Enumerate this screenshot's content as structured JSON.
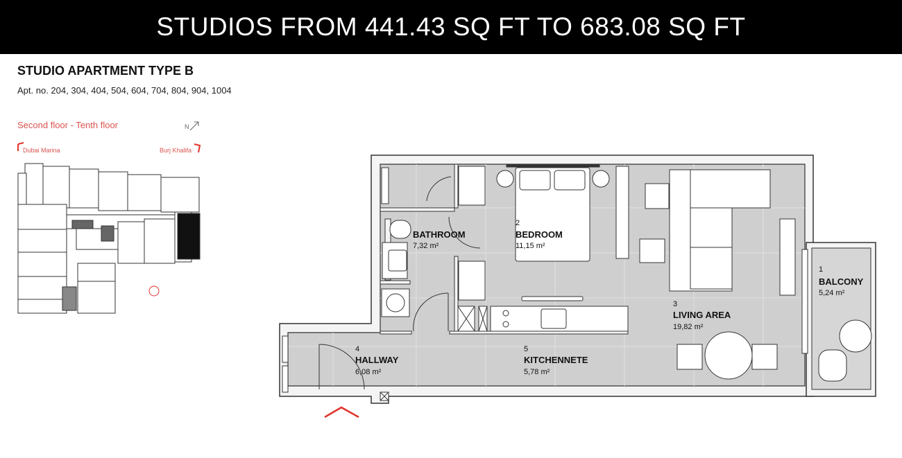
{
  "banner": {
    "text": "STUDIOS FROM 441.43 SQ FT TO 683.08 SQ FT"
  },
  "header": {
    "title": "STUDIO APARTMENT TYPE B",
    "apartments": "Apt. no. 204, 304, 404, 504, 604, 704, 804, 904, 1004"
  },
  "key_plan": {
    "floors": "Second floor - Tenth floor",
    "view_left": "Dubai Marina",
    "view_right": "Burj Khalifa",
    "north": "N"
  },
  "rooms": [
    {
      "number": "1",
      "name": "BALCONY",
      "area": "5,24 m²"
    },
    {
      "number": "2",
      "name": "BEDROOM",
      "area": "11,15 m²"
    },
    {
      "number": "3",
      "name": "LIVING AREA",
      "area": "19,82 m²"
    },
    {
      "number": "4",
      "name": "HALLWAY",
      "area": "6,08 m²"
    },
    {
      "number": "5",
      "name": "KITCHENNETE",
      "area": "5,78 m²"
    },
    {
      "number": "",
      "name": "BATHROOM",
      "area": "7,32 m²"
    }
  ],
  "colors": {
    "accent": "#e0322b",
    "floor": "#cfcfcf",
    "banner": "#000000"
  }
}
